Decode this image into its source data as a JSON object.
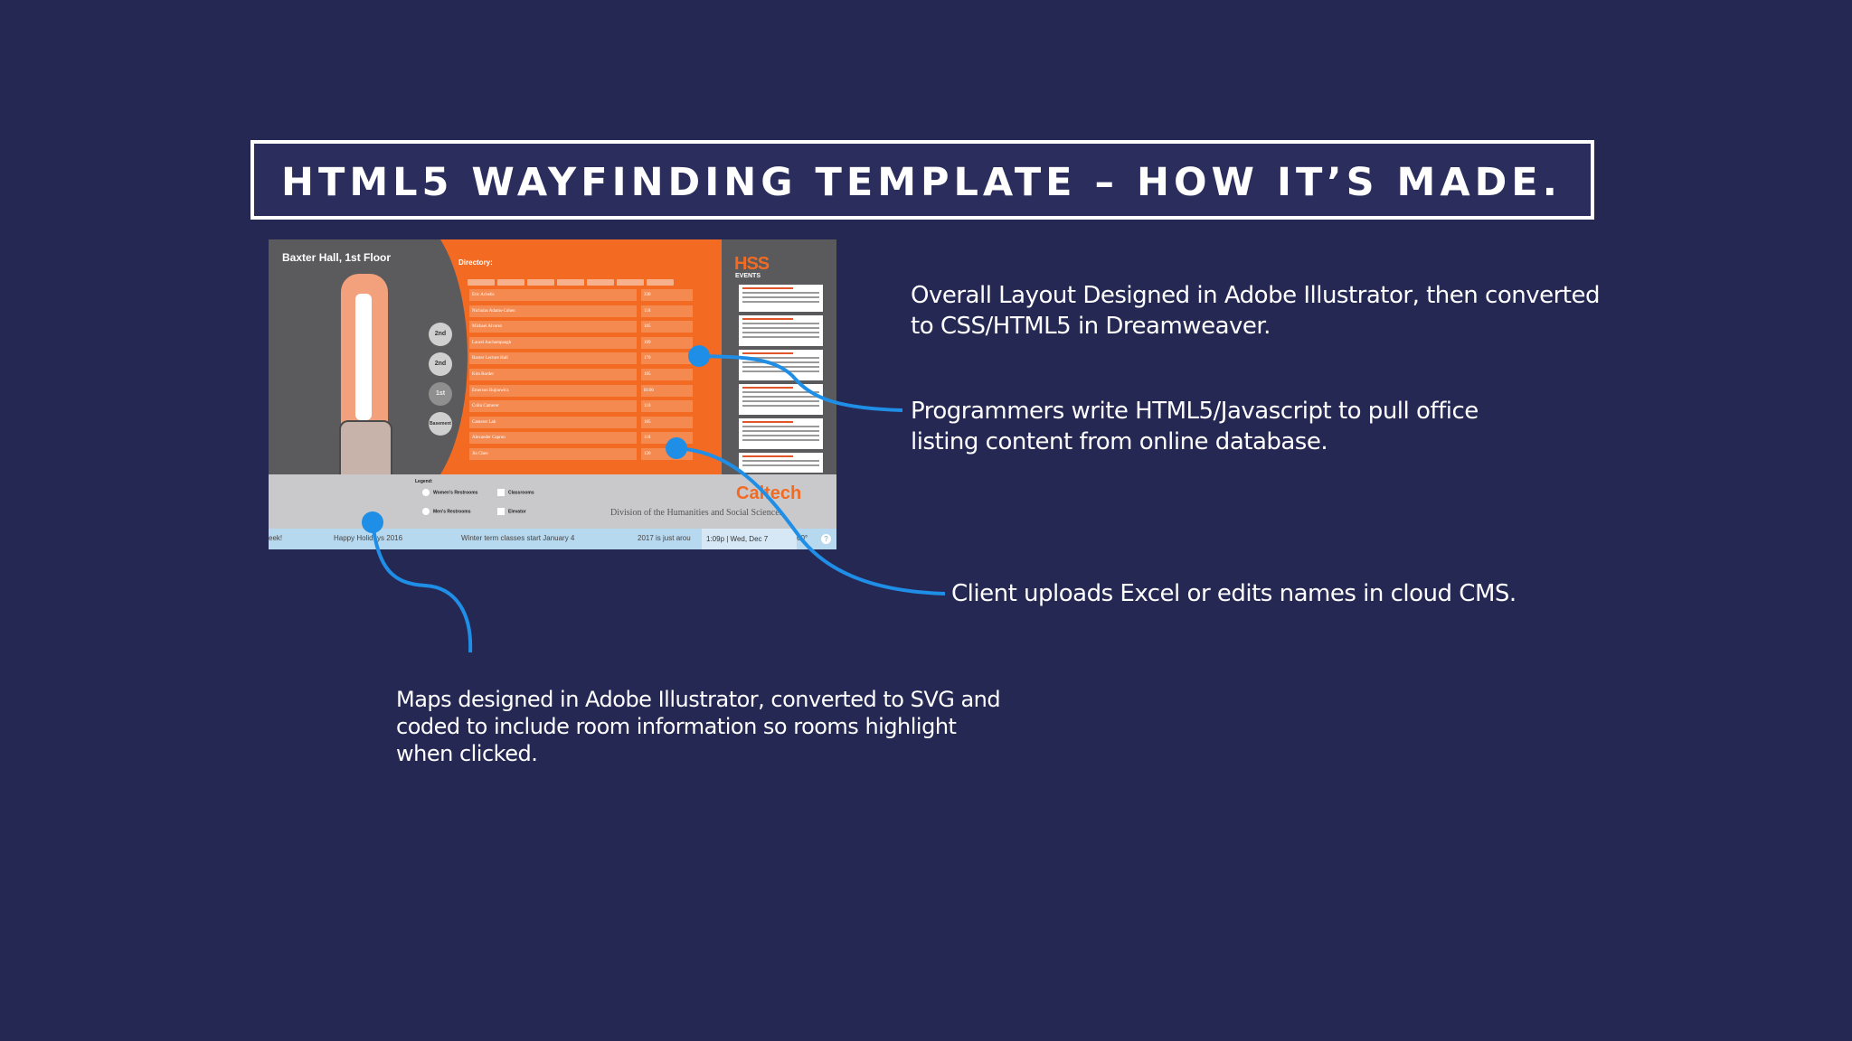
{
  "slide": {
    "title": "HTML5 WAYFINDING TEMPLATE – HOW IT’S MADE."
  },
  "kiosk": {
    "floor_title": "Baxter Hall, 1st Floor",
    "directory_label": "Directory:",
    "floor_buttons": [
      "2nd",
      "2nd",
      "1st",
      "Basement"
    ],
    "directory_rows": [
      {
        "name": "Eric Achelis",
        "room": "330"
      },
      {
        "name": "Nicholas Adams-Cohen",
        "room": "118"
      },
      {
        "name": "Michael Alvarez",
        "room": "105"
      },
      {
        "name": "Laurel Auchampaugh",
        "room": "109"
      },
      {
        "name": "Baxter Lecture Hall",
        "room": "170"
      },
      {
        "name": "Kim Border",
        "room": "105"
      },
      {
        "name": "Emerson Bujnowicz",
        "room": "B106"
      },
      {
        "name": "Colin Camerer",
        "room": "110"
      },
      {
        "name": "Camerer Lab",
        "room": "105"
      },
      {
        "name": "Alexander Capron",
        "room": "118"
      },
      {
        "name": "Jin Chen",
        "room": "120"
      }
    ],
    "hss_logo": "HSS",
    "hss_events": "EVENTS",
    "legend_label": "Legend:",
    "legend_items": [
      "Women's Restrooms",
      "Classrooms",
      "Men's Restrooms",
      "Elevator"
    ],
    "caltech": "Caltech",
    "division": "Division of the Humanities and Social Sciences",
    "ticker": [
      "eek!",
      "Happy Holidays 2016",
      "Winter term classes start January 4",
      "2017 is just arou"
    ],
    "time": "1:09p | Wed, Dec 7",
    "temp": "60°",
    "help": "?"
  },
  "callouts": {
    "layout": [
      "Overall Layout Designed in Adobe Illustrator, then converted",
      "to CSS/HTML5 in Dreamweaver."
    ],
    "programmers": [
      "Programmers write HTML5/Javascript to pull office",
      "listing content from online database."
    ],
    "client": "Client uploads Excel or edits names in cloud CMS.",
    "maps": [
      "Maps designed in Adobe Illustrator, converted  to SVG and",
      "coded  to include room information  so rooms highlight",
      "when clicked."
    ]
  },
  "colors": {
    "background": "#262854",
    "accent_orange": "#f36a22",
    "arrow_blue": "#1f8ee6"
  }
}
